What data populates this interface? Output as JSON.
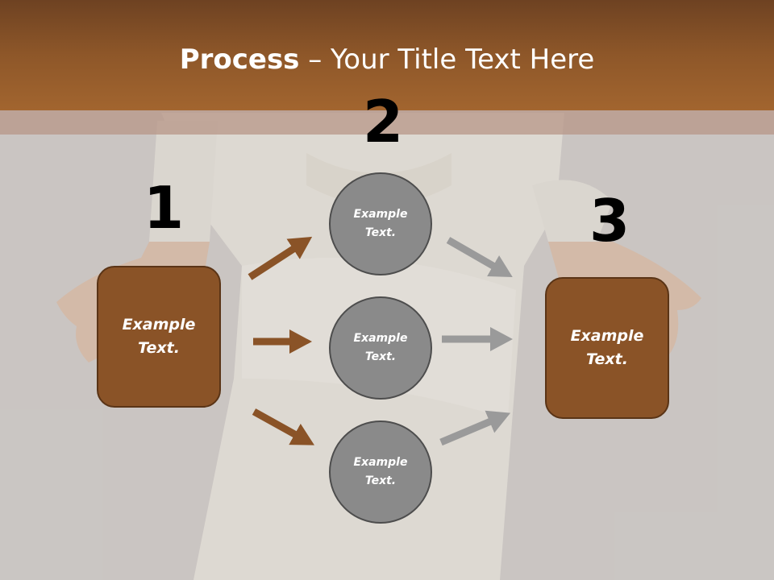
{
  "title": {
    "bold": "Process",
    "rest": " – Your Title Text Here"
  },
  "numbers": [
    "1",
    "2",
    "3"
  ],
  "left_box": {
    "text": "Example\nText."
  },
  "circles": [
    {
      "text": "Example\nText."
    },
    {
      "text": "Example\nText."
    },
    {
      "text": "Example\nText."
    }
  ],
  "right_box": {
    "text": "Example\nText."
  },
  "colors": {
    "header": "#8e5729",
    "box": "#8a5327",
    "circle": "#8a8a8a",
    "arrow_brown": "#8a5327",
    "arrow_gray": "#9a9a9a"
  }
}
